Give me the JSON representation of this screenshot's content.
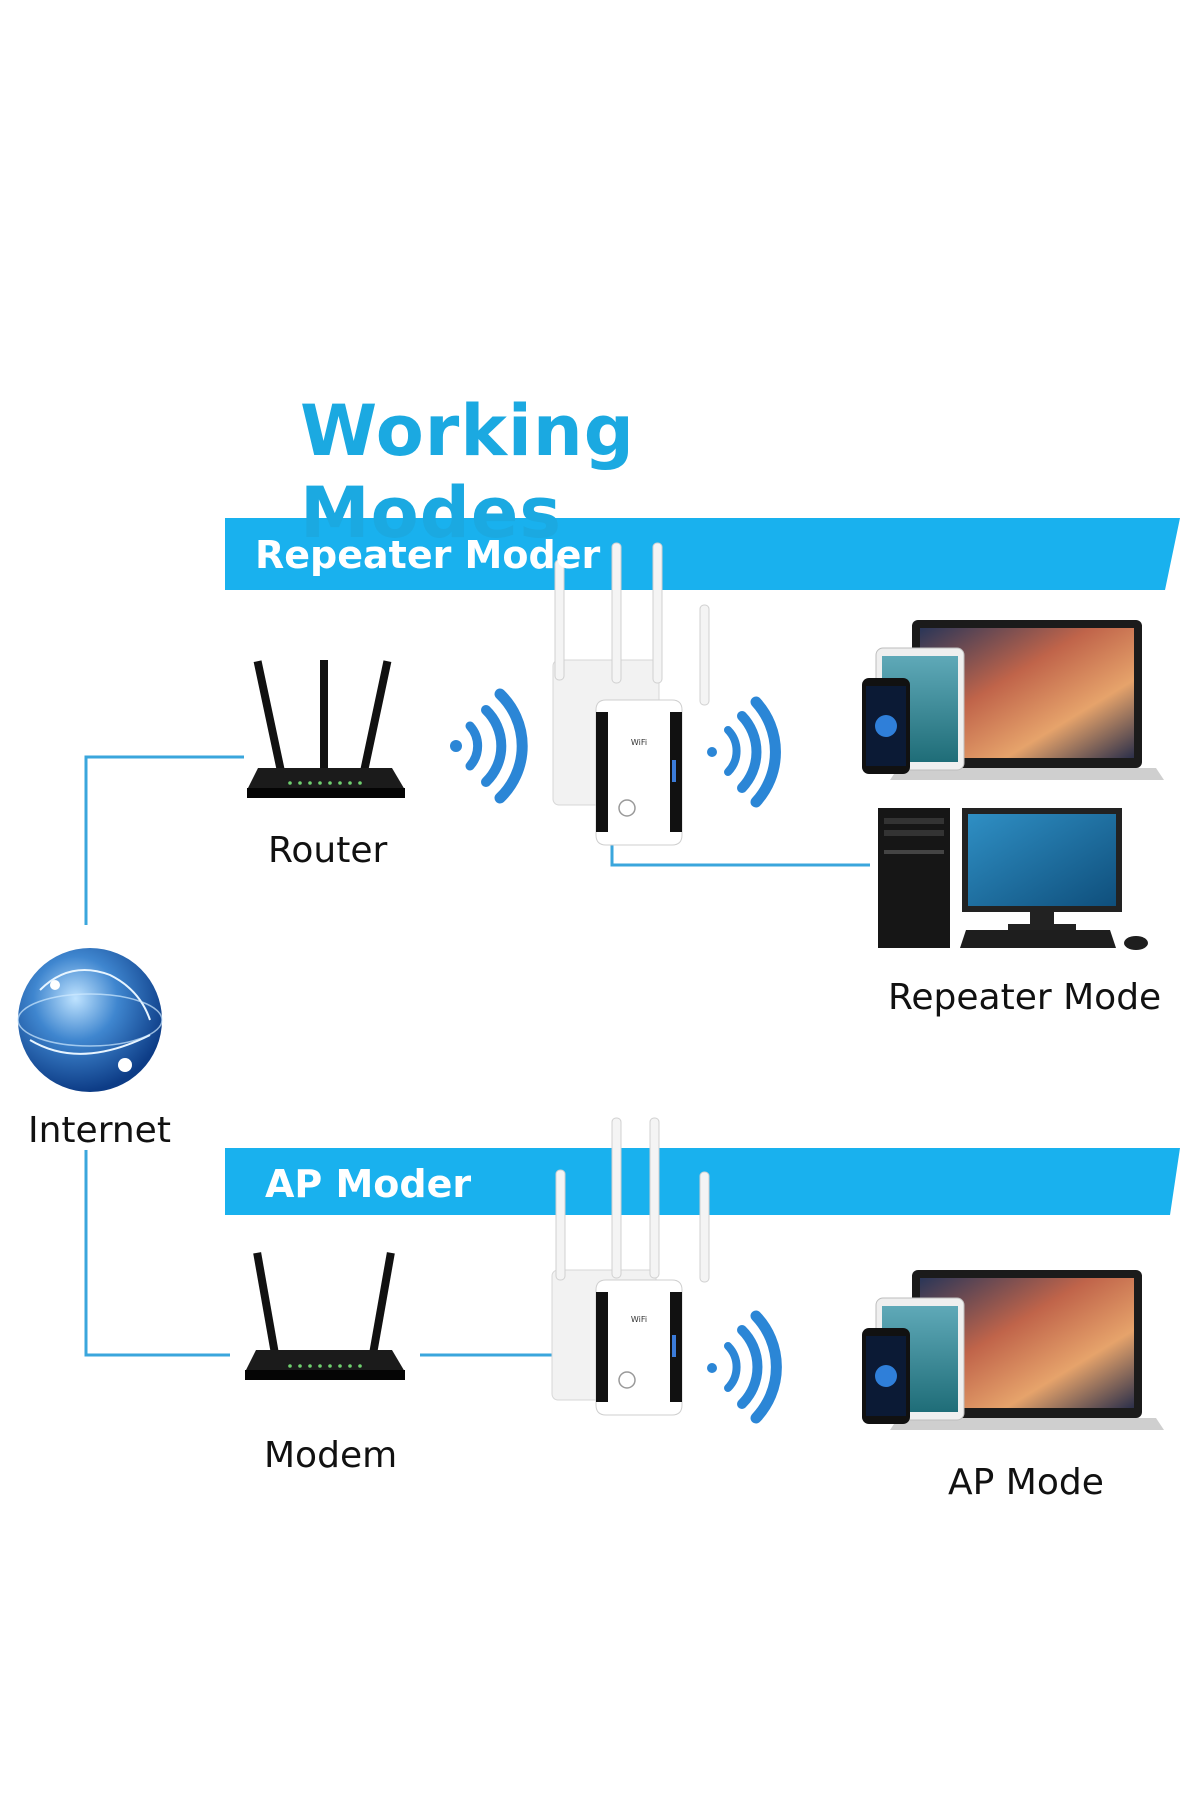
{
  "title": "Working Modes",
  "colors": {
    "accent": "#1ba9e1",
    "band": "#19b1ee",
    "line": "#3aa6dc",
    "wave": "#2b86d6"
  },
  "sections": [
    {
      "band_label": "Repeater Moder",
      "source_label": "Router",
      "mode_label": "Repeater Mode",
      "icons": [
        "router-icon",
        "repeater-icon",
        "wifi-waves-icon",
        "laptop-icon",
        "tablet-icon",
        "phone-icon",
        "desktop-pc-icon"
      ]
    },
    {
      "band_label": "AP Moder",
      "source_label": "Modem",
      "mode_label": "AP Mode",
      "icons": [
        "modem-icon",
        "repeater-icon",
        "wifi-waves-icon",
        "laptop-icon",
        "tablet-icon",
        "phone-icon"
      ]
    }
  ],
  "internet_label": "Internet",
  "icons": [
    "globe-icon"
  ]
}
